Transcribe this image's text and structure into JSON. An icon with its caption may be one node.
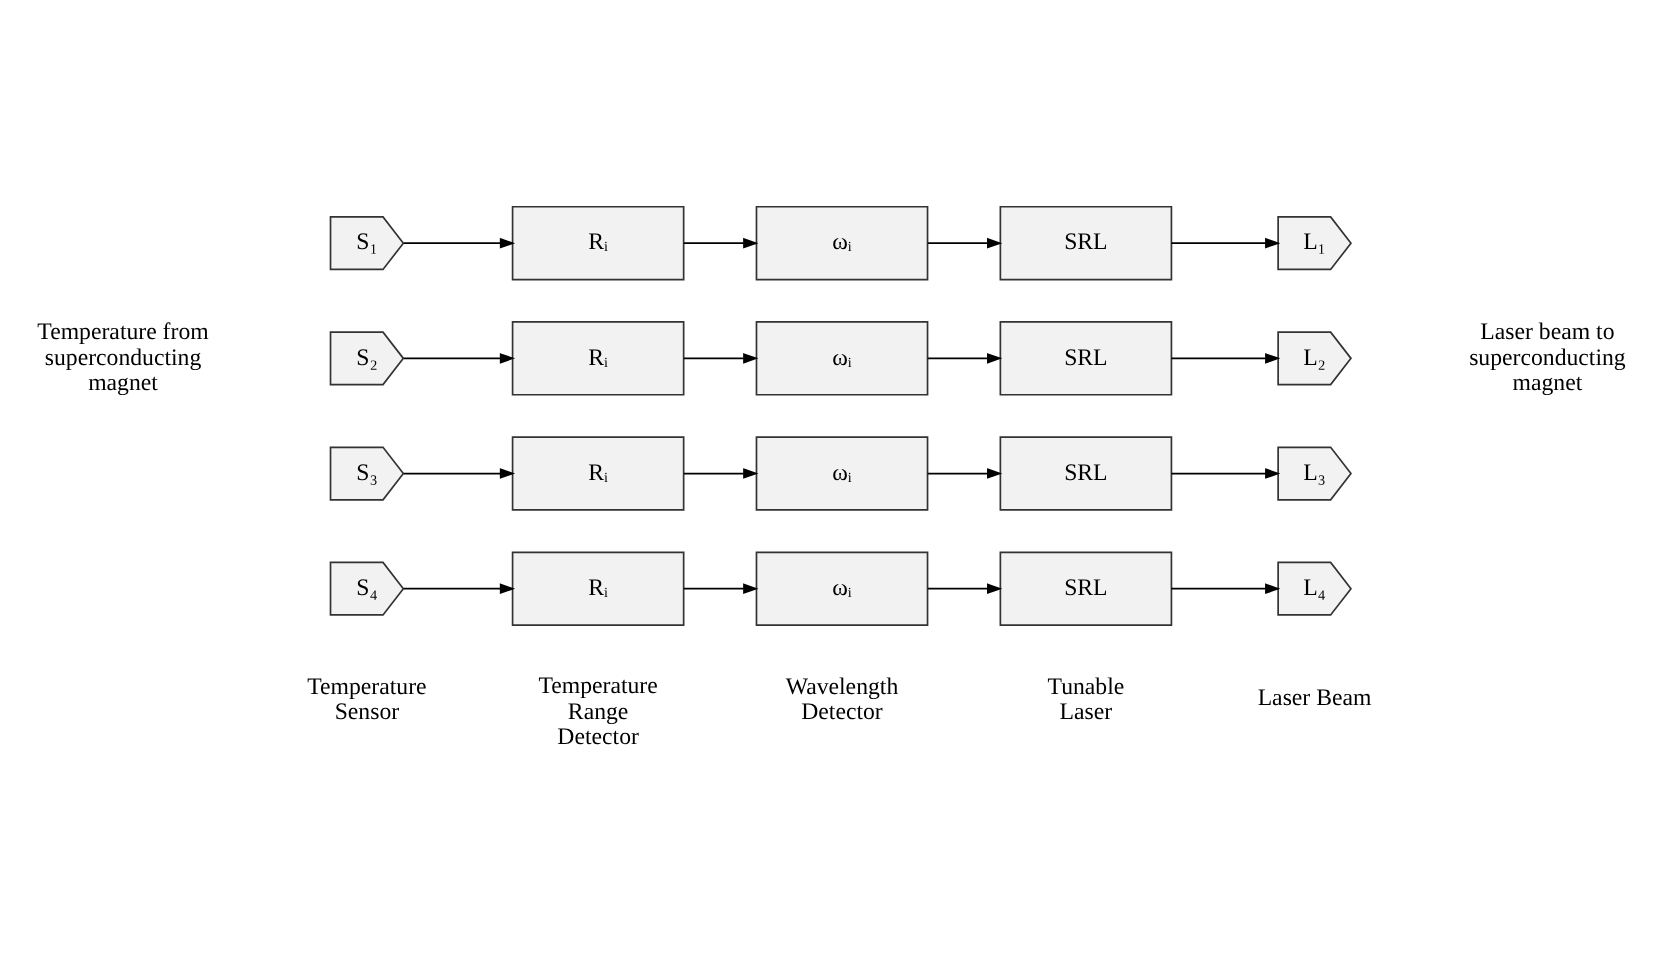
{
  "diagram": {
    "nodes": [
      {
        "text": [
          "S₁"
        ]
      },
      {
        "text": [
          "Rᵢ"
        ]
      },
      {
        "text": [
          "ωᵢ"
        ]
      },
      {
        "text": [
          "SRL"
        ]
      },
      {
        "text": [
          "L₁"
        ]
      },
      {
        "text": [
          "S₂"
        ]
      },
      {
        "text": [
          "Rᵢ"
        ]
      },
      {
        "text": [
          "ωᵢ"
        ]
      },
      {
        "text": [
          "SRL"
        ]
      },
      {
        "text": [
          "L₂"
        ]
      },
      {
        "text": [
          "S₃"
        ]
      },
      {
        "text": [
          "Rᵢ"
        ]
      },
      {
        "text": [
          "ωᵢ"
        ]
      },
      {
        "text": [
          "SRL"
        ]
      },
      {
        "text": [
          "L₃"
        ]
      },
      {
        "text": [
          "S₄"
        ]
      },
      {
        "text": [
          "Rᵢ"
        ]
      },
      {
        "text": [
          "ωᵢ"
        ]
      },
      {
        "text": [
          "SRL"
        ]
      },
      {
        "text": [
          "L₄"
        ]
      }
    ],
    "edges": [
      {
        "from": 0,
        "to": 1,
        "arrow": "to"
      },
      {
        "from": 1,
        "to": 2,
        "arrow": "to"
      },
      {
        "from": 2,
        "to": 3,
        "arrow": "to"
      },
      {
        "from": 3,
        "to": 4,
        "arrow": "to"
      },
      {
        "from": 5,
        "to": 6,
        "arrow": "to"
      },
      {
        "from": 6,
        "to": 7,
        "arrow": "to"
      },
      {
        "from": 7,
        "to": 8,
        "arrow": "to"
      },
      {
        "from": 8,
        "to": 9,
        "arrow": "to"
      },
      {
        "from": 10,
        "to": 11,
        "arrow": "to"
      },
      {
        "from": 11,
        "to": 12,
        "arrow": "to"
      },
      {
        "from": 12,
        "to": 13,
        "arrow": "to"
      },
      {
        "from": 13,
        "to": 14,
        "arrow": "to"
      },
      {
        "from": 15,
        "to": 16,
        "arrow": "to"
      },
      {
        "from": 16,
        "to": 17,
        "arrow": "to"
      },
      {
        "from": 17,
        "to": 18,
        "arrow": "to"
      },
      {
        "from": 18,
        "to": 19,
        "arrow": "to"
      }
    ],
    "labels": [
      "Temperature from superconducting magnet",
      "Laser beam to superconducting magnet",
      "Temperature Sensor",
      "Temperature Range Detector",
      "Wavelength Detector",
      "Tunable Laser",
      "Laser Beam"
    ]
  }
}
